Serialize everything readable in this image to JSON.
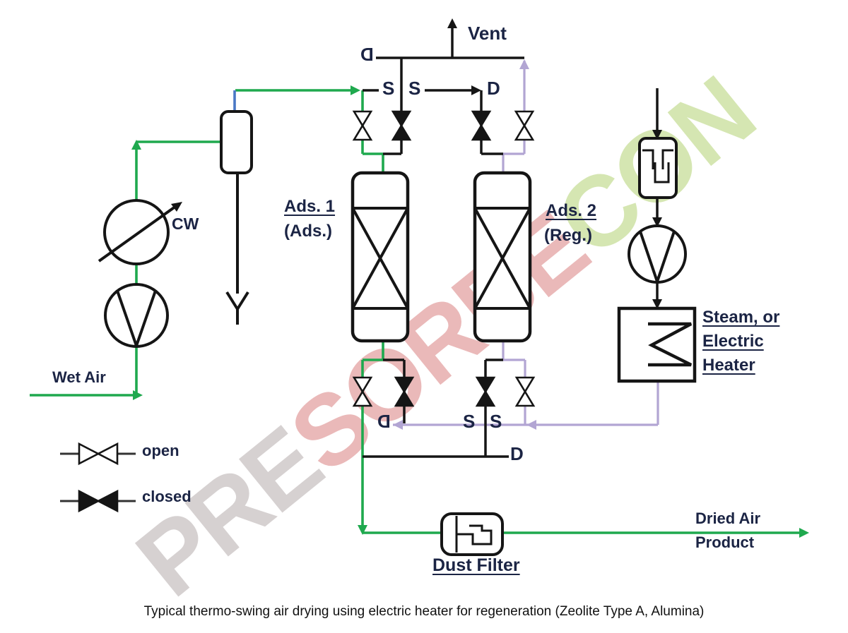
{
  "colors": {
    "pipe_green": "#1fa94e",
    "pipe_purple": "#b2a5d3",
    "pipe_blue": "#4a78c5",
    "pipe_black": "#151515",
    "label_navy": "#1b2444",
    "legend_gray": "#333333",
    "watermark_gray": "#ccc6c6",
    "watermark_pink": "#e5a8a8",
    "watermark_green": "#cbe09f"
  },
  "watermark": {
    "part1": "PRE",
    "part2": "SORBE",
    "part3": "CON"
  },
  "diagram": {
    "vent_label": "Vent",
    "wet_air_label": "Wet Air",
    "cw_label": "CW",
    "ads1": {
      "title": "Ads. 1",
      "mode": "(Ads.)"
    },
    "ads2": {
      "title": "Ads. 2",
      "mode": "(Reg.)"
    },
    "heater": {
      "line1": "Steam, or",
      "line2": "Electric",
      "line3": "Heater"
    },
    "dust_filter_label": "Dust Filter",
    "dried_air": {
      "line1": "Dried Air",
      "line2": "Product"
    },
    "connectors": {
      "top_d_left": "D",
      "top_s_left": "S",
      "top_s_right": "S",
      "top_d_right": "D",
      "bottom_d_left": "D",
      "bottom_s_left": "S",
      "bottom_s_right": "S",
      "bottom_d_right": "D"
    },
    "valve_states": {
      "top": [
        "open",
        "closed",
        "closed",
        "open"
      ],
      "bottom": [
        "open",
        "closed",
        "closed",
        "open"
      ]
    }
  },
  "legend": {
    "open_label": "open",
    "closed_label": "closed"
  },
  "caption": "Typical thermo-swing air drying using electric heater for regeneration (Zeolite Type A, Alumina)"
}
